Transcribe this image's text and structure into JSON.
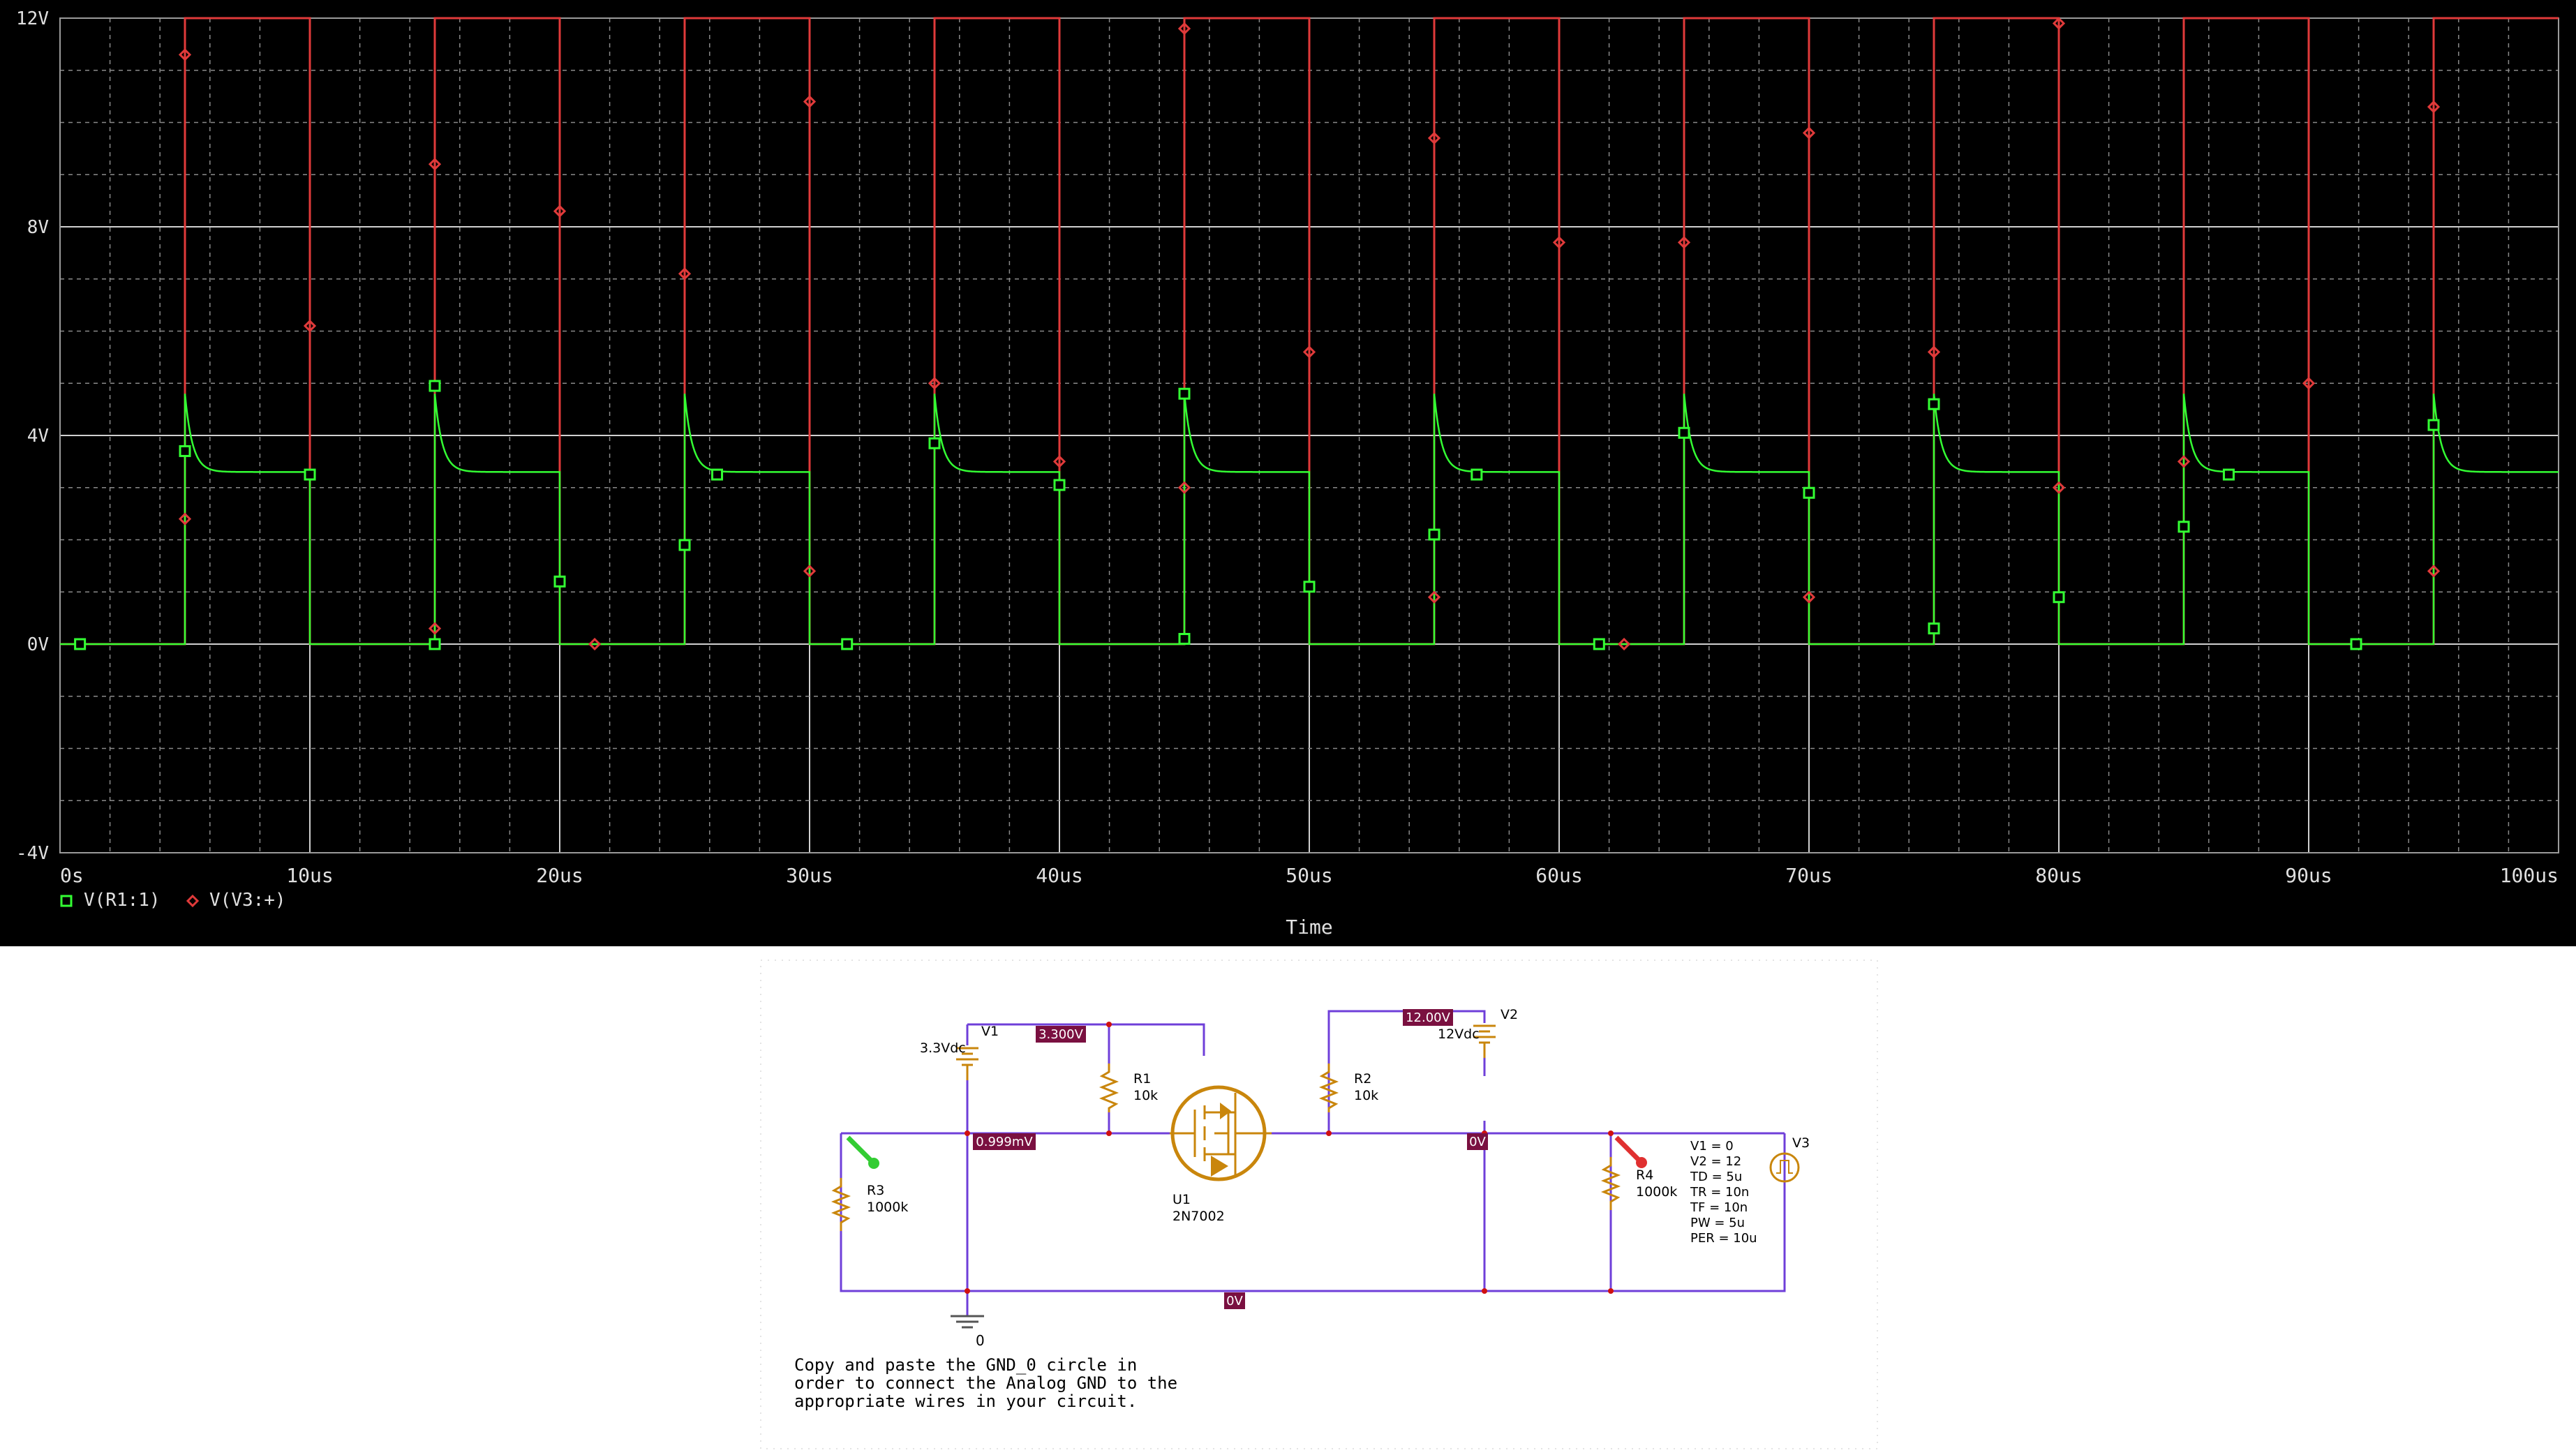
{
  "chart_data": {
    "type": "line",
    "xlabel": "Time",
    "ylabel": "",
    "xlim": [
      0,
      100
    ],
    "ylim": [
      -4,
      12
    ],
    "x_unit": "us",
    "x_ticks": [
      "0s",
      "10us",
      "20us",
      "30us",
      "40us",
      "50us",
      "60us",
      "70us",
      "80us",
      "90us",
      "100us"
    ],
    "y_ticks": [
      "12V",
      "8V",
      "4V",
      "0V",
      "-4V"
    ],
    "y_tick_values": [
      12,
      8,
      4,
      0,
      -4
    ],
    "grid": true,
    "legend_position": "bottom-left",
    "series": [
      {
        "name": "V(R1:1)",
        "color": "#33ff33",
        "marker": "square",
        "description_values": {
          "low": 0,
          "peak": 4.8,
          "settle": 3.3,
          "tau_us": 0.3
        },
        "x": [
          5,
          5.4,
          6,
          7,
          10,
          15,
          15.4,
          16,
          17,
          20
        ],
        "y": [
          0,
          4.8,
          3.5,
          3.3,
          3.3,
          0,
          4.8,
          3.5,
          3.3,
          3.3
        ]
      },
      {
        "name": "V(V3:+)",
        "color": "#e03a3a",
        "marker": "diamond",
        "x": [
          0,
          5,
          5.01,
          10,
          10.01,
          15,
          15.01,
          20,
          20.01
        ],
        "y": [
          0,
          0,
          12,
          12,
          0,
          0,
          12,
          12,
          0
        ]
      }
    ],
    "pulse": {
      "v1": 0,
      "v2": 12,
      "td": 5,
      "pw": 5,
      "per": 10,
      "end": 100
    },
    "green_markers": [
      [
        0.8,
        0
      ],
      [
        5,
        3.7
      ],
      [
        10,
        3.25
      ],
      [
        15,
        4.95
      ],
      [
        15,
        0
      ],
      [
        20,
        1.2
      ],
      [
        25,
        1.9
      ],
      [
        26.3,
        3.25
      ],
      [
        31.5,
        0
      ],
      [
        35,
        3.85
      ],
      [
        40,
        3.05
      ],
      [
        45,
        4.8
      ],
      [
        45,
        0.1
      ],
      [
        50,
        1.1
      ],
      [
        55,
        2.1
      ],
      [
        56.7,
        3.25
      ],
      [
        61.6,
        0
      ],
      [
        65,
        4.05
      ],
      [
        70,
        2.9
      ],
      [
        75,
        4.6
      ],
      [
        75,
        0.3
      ],
      [
        80,
        0.9
      ],
      [
        85,
        2.25
      ],
      [
        86.8,
        3.25
      ],
      [
        91.9,
        0
      ],
      [
        95,
        4.2
      ]
    ],
    "red_markers": [
      [
        5,
        11.3
      ],
      [
        5,
        2.4
      ],
      [
        10,
        6.1
      ],
      [
        15,
        9.2
      ],
      [
        15,
        0.3
      ],
      [
        20,
        8.3
      ],
      [
        21.4,
        0
      ],
      [
        25,
        7.1
      ],
      [
        30,
        10.4
      ],
      [
        30,
        1.4
      ],
      [
        35,
        5.0
      ],
      [
        40,
        3.5
      ],
      [
        45,
        11.8
      ],
      [
        45,
        3.0
      ],
      [
        50,
        5.6
      ],
      [
        55,
        9.7
      ],
      [
        55,
        0.9
      ],
      [
        60,
        7.7
      ],
      [
        62.6,
        0
      ],
      [
        65,
        7.7
      ],
      [
        70,
        9.8
      ],
      [
        70,
        0.9
      ],
      [
        75,
        5.6
      ],
      [
        80,
        11.9
      ],
      [
        80,
        3.0
      ],
      [
        85,
        3.5
      ],
      [
        90,
        5.0
      ],
      [
        95,
        10.3
      ],
      [
        95,
        1.4
      ]
    ]
  },
  "schematic": {
    "v1": {
      "name": "V1",
      "value": "3.3Vdc"
    },
    "v2": {
      "name": "V2",
      "value": "12Vdc"
    },
    "v3": {
      "name": "V3",
      "params": [
        "V1 = 0",
        "V2 = 12",
        "TD = 5u",
        "TR = 10n",
        "TF = 10n",
        "PW = 5u",
        "PER = 10u"
      ]
    },
    "r1": {
      "name": "R1",
      "value": "10k"
    },
    "r2": {
      "name": "R2",
      "value": "10k"
    },
    "r3": {
      "name": "R3",
      "value": "1000k"
    },
    "r4": {
      "name": "R4",
      "value": "1000k"
    },
    "u1": {
      "name": "U1",
      "part": "2N7002"
    },
    "gnd": {
      "label": "0"
    },
    "node_labels": {
      "v1_top": "3.300V",
      "v2_top": "12.00V",
      "gate": "0.999mV",
      "drain": "0V",
      "bottom": "0V"
    },
    "note": "Copy and paste the GND_0 circle in\norder to connect the Analog GND to the\nappropriate wires in your circuit."
  },
  "colors": {
    "wire": "#6f3fd9",
    "component": "#c9860c",
    "node_label_bg": "#7a1040",
    "plot_bg": "#000000",
    "grid": "#c8c8c8"
  }
}
